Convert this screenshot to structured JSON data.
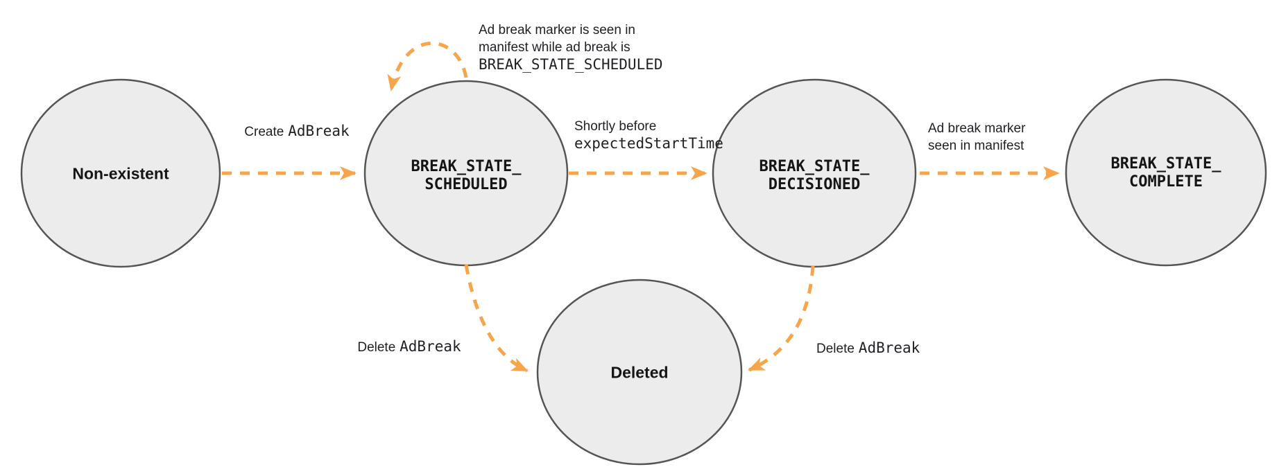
{
  "title": "Ad break state machine diagram",
  "colors": {
    "accent": "#F7A54A",
    "node_fill": "#ECECEC",
    "node_stroke": "#555555",
    "text": "#202124",
    "bg": "#FFFFFF"
  },
  "states": {
    "non_existent": {
      "label": "Non-existent"
    },
    "scheduled": {
      "line1": "BREAK_STATE_",
      "line2": "SCHEDULED"
    },
    "decisioned": {
      "line1": "BREAK_STATE_",
      "line2": "DECISIONED"
    },
    "complete": {
      "line1": "BREAK_STATE_",
      "line2": "COMPLETE"
    },
    "deleted": {
      "label": "Deleted"
    }
  },
  "transitions": {
    "create": {
      "text": "Create",
      "code": "AdBreak"
    },
    "marker_while_scheduled": {
      "line1": "Ad break marker is seen in",
      "line2": "manifest while ad break is",
      "code": "BREAK_STATE_SCHEDULED"
    },
    "shortly_before": {
      "text": "Shortly before",
      "code": "expectedStartTime"
    },
    "marker_seen": {
      "line1": "Ad break marker",
      "line2": "seen in manifest"
    },
    "delete_scheduled": {
      "text": "Delete",
      "code": "AdBreak"
    },
    "delete_decisioned": {
      "text": "Delete",
      "code": "AdBreak"
    }
  }
}
